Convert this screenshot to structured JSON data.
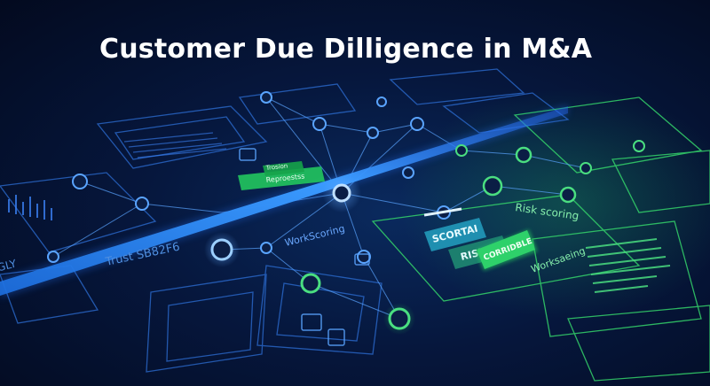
{
  "title": "Customer Due Dilligence in M&A",
  "labels": {
    "trust": "Trust SB82F6",
    "workscoring": "WorkScoring",
    "risk_scoring": "Risk scoring",
    "worksaeing": "Worksaeing",
    "card_1": "Trosion",
    "card_2": "Reproestss",
    "badge_1": "SCORTAI",
    "badge_2": "RISK",
    "badge_3": "CORRIDBLE",
    "edge_text": "GLY"
  },
  "colors": {
    "accent_blue": "#3b82f6",
    "accent_green": "#22c55e",
    "cyan": "#38bdf8"
  }
}
